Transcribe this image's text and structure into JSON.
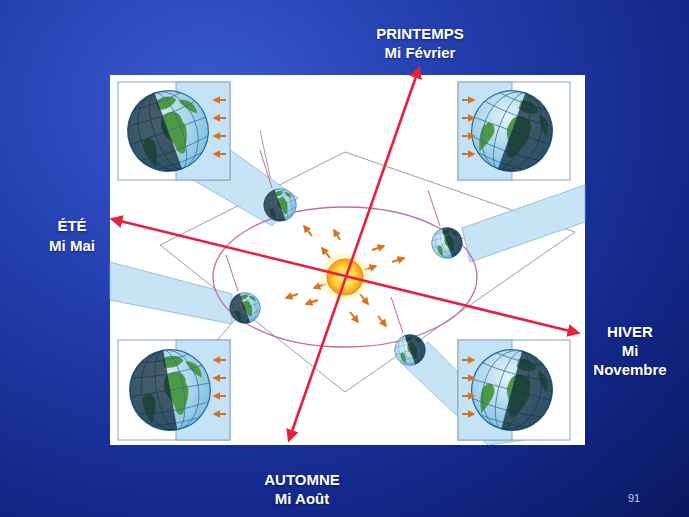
{
  "diagram": {
    "labels": [
      "PRINTEMPS",
      "Mi Février",
      "ÉTÉ",
      "Mi Mai",
      "HIVER",
      "Mi Novembre",
      "AUTOMNE",
      "Mi Août",
      "91"
    ]
  }
}
